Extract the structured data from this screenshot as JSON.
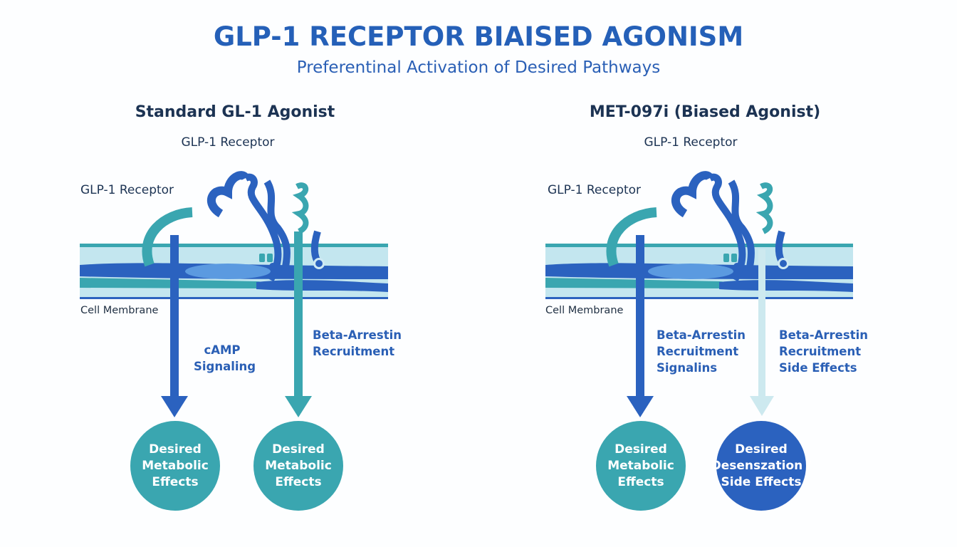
{
  "header": {
    "title": "GLP-1 RECEPTOR BIAISED AGONISM",
    "subtitle": "Preferentinal Activation of Desired Pathways"
  },
  "colors": {
    "title_blue": "#2560b8",
    "dark_text": "#1c3353",
    "teal": "#3aa6b0",
    "blue": "#2b62bf",
    "membrane_light": "#bfe5ee",
    "faded_arrow": "#cde9ef"
  },
  "panels": [
    {
      "title": "Standard GL-1 Agonist",
      "receptor_label_top": "GLP-1 Receptor",
      "receptor_label_left": "GLP-1 Receptor",
      "membrane_label": "Cell Membrane",
      "pathways": [
        {
          "label_lines": [
            "cAMP",
            "Signaling"
          ],
          "arrow_color": "blue",
          "arrow_style": "solid"
        },
        {
          "label_lines": [
            "Beta-Arrestin",
            "Recruitment"
          ],
          "arrow_color": "teal",
          "arrow_style": "solid"
        }
      ],
      "outcomes": [
        {
          "lines": [
            "Desired",
            "Metabolic",
            "Effects"
          ],
          "color": "teal"
        },
        {
          "lines": [
            "Desired",
            "Metabolic",
            "Effects"
          ],
          "color": "teal"
        }
      ]
    },
    {
      "title": "MET-097i (Biased Agonist)",
      "receptor_label_top": "GLP-1 Receptor",
      "receptor_label_left": "GLP-1 Receptor",
      "membrane_label": "Cell Membrane",
      "pathways": [
        {
          "label_lines": [
            "Beta-Arrestin",
            "Recruitment",
            "Signalins"
          ],
          "arrow_color": "blue",
          "arrow_style": "solid"
        },
        {
          "label_lines": [
            "Beta-Arrestin",
            "Recruitment",
            "Side Effects"
          ],
          "arrow_color": "light",
          "arrow_style": "faded"
        }
      ],
      "outcomes": [
        {
          "lines": [
            "Desired",
            "Metabolic",
            "Effects"
          ],
          "color": "teal"
        },
        {
          "lines": [
            "Desired",
            "Desenszation /",
            "Side Effects"
          ],
          "color": "blue"
        }
      ]
    }
  ]
}
